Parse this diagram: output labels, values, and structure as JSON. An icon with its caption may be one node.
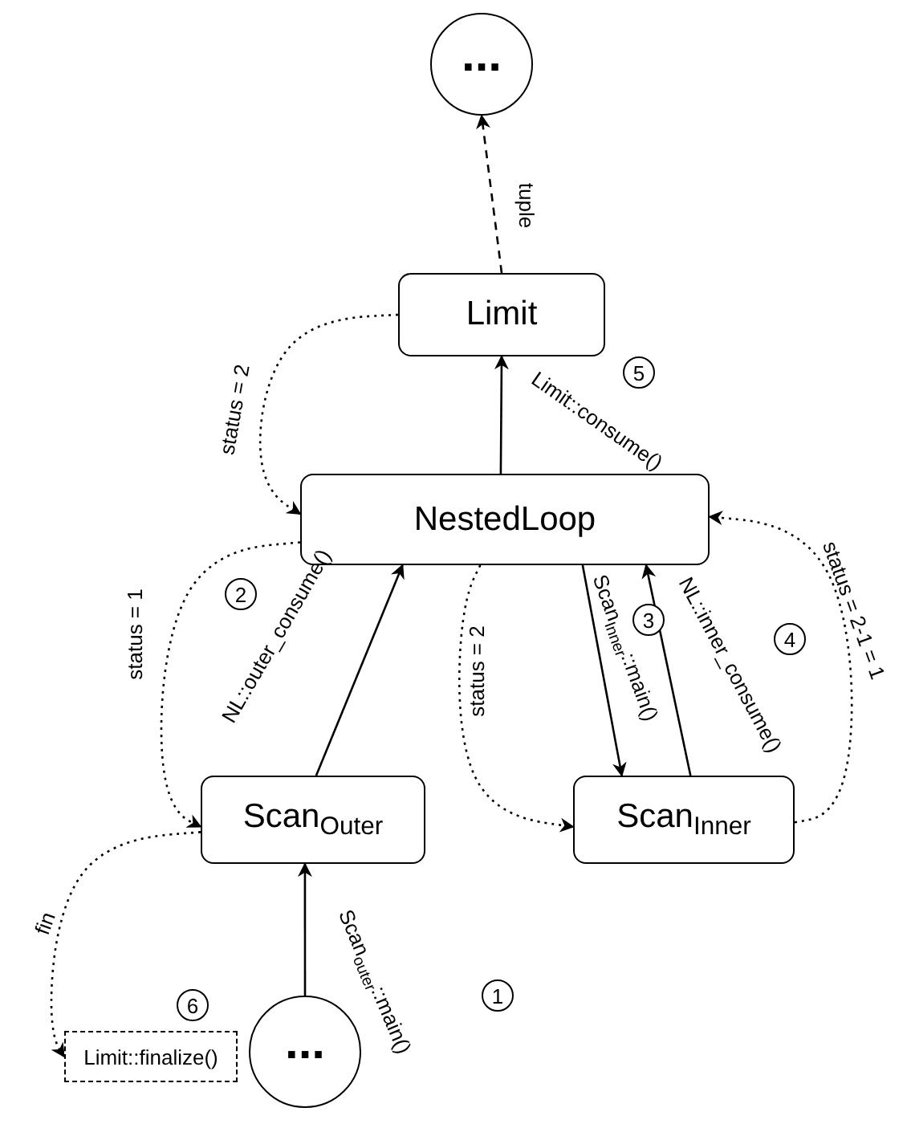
{
  "diagram": {
    "nodes": [
      {
        "text": [
          "..."
        ]
      },
      {
        "text": [
          "Limit"
        ]
      },
      {
        "text": [
          "NestedLoop"
        ]
      },
      {
        "text": [
          "Scan$_{Outer}$"
        ]
      },
      {
        "text": [
          "Scan$_{Inner}$"
        ]
      },
      {
        "text": [
          "..."
        ]
      },
      {
        "text": [
          "Limit::finalize()"
        ]
      }
    ],
    "edges": [
      {
        "from": 1,
        "to": 0,
        "arrow": "to",
        "label": "tuple",
        "style": "dashed"
      },
      {
        "from": 2,
        "to": 1,
        "arrow": "to",
        "label": "Limit::consume()"
      },
      {
        "from": 1,
        "to": 2,
        "arrow": "to",
        "label": "status = 2",
        "style": "dashed"
      },
      {
        "from": 3,
        "to": 2,
        "arrow": "to",
        "label": "NL::outer_consume()"
      },
      {
        "from": 2,
        "to": 3,
        "arrow": "to",
        "label": "status = 1",
        "style": "dashed"
      },
      {
        "from": 5,
        "to": 3,
        "arrow": "to",
        "label": "Scan$_{outer}$::main()"
      },
      {
        "from": 2,
        "to": 4,
        "arrow": "to",
        "label": "Scan$_{Inner}$::main()"
      },
      {
        "from": 4,
        "to": 2,
        "arrow": "to",
        "label": "NL::inner_consume()"
      },
      {
        "from": 2,
        "to": 4,
        "arrow": "to",
        "label": "status = 2",
        "style": "dashed"
      },
      {
        "from": 4,
        "to": 2,
        "arrow": "to",
        "label": "status = 2-1 = 1",
        "style": "dashed"
      },
      {
        "from": 3,
        "to": 6,
        "arrow": "to",
        "label": "fin",
        "style": "dashed"
      }
    ],
    "labels": [
      "5",
      "2",
      "3",
      "4",
      "1",
      "6"
    ]
  }
}
